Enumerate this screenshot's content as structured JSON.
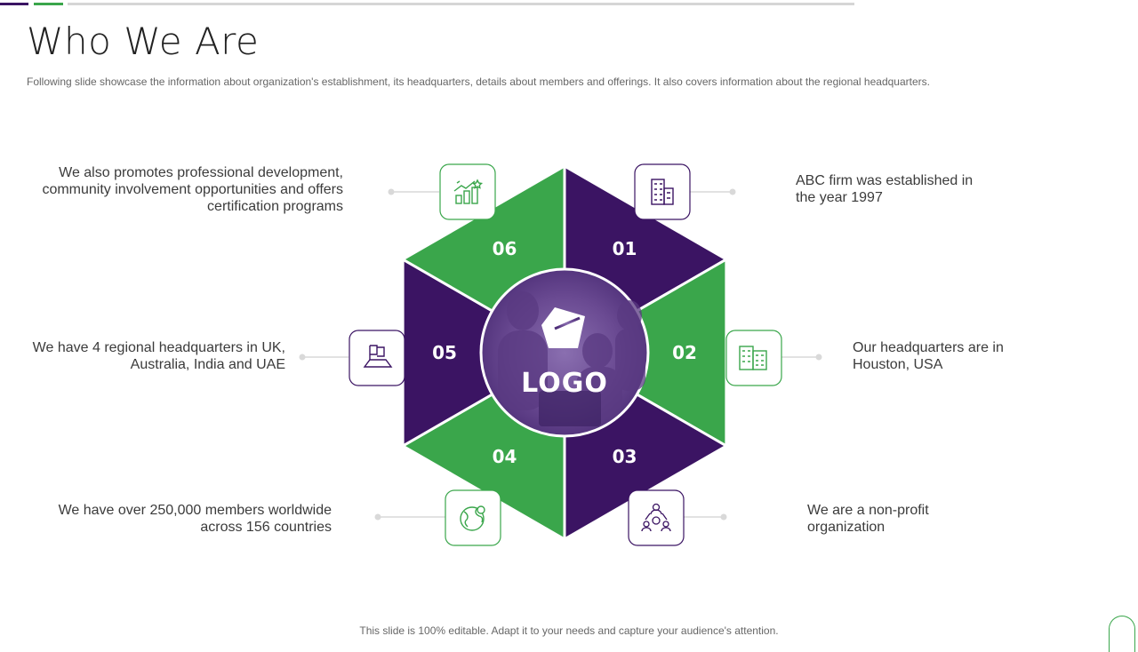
{
  "title": "Who We Are",
  "subtitle": "Following slide showcase the information about organization's establishment, its headquarters, details about members and offerings. It also covers information about the regional headquarters.",
  "center": {
    "logo_text": "LOGO"
  },
  "colors": {
    "purple": "#3b1463",
    "green": "#3aa64b",
    "connector": "#d9d9d9"
  },
  "segments": [
    {
      "number": "01",
      "color": "purple",
      "icon": "building-icon",
      "description": "ABC firm was established in the year 1997"
    },
    {
      "number": "02",
      "color": "green",
      "icon": "office-icon",
      "description": "Our headquarters are in Houston, USA"
    },
    {
      "number": "03",
      "color": "purple",
      "icon": "network-people-icon",
      "description": "We are a non-profit organization"
    },
    {
      "number": "04",
      "color": "green",
      "icon": "globe-icon",
      "description": "We have over 250,000 members worldwide across 156 countries"
    },
    {
      "number": "05",
      "color": "purple",
      "icon": "map-flag-icon",
      "description": "We have 4 regional headquarters in UK, Australia, India and UAE"
    },
    {
      "number": "06",
      "color": "green",
      "icon": "growth-chart-icon",
      "description": "We also promotes professional development, community involvement opportunities and offers certification programs"
    }
  ],
  "footer": "This slide is 100% editable. Adapt it to your needs and capture your audience's attention."
}
